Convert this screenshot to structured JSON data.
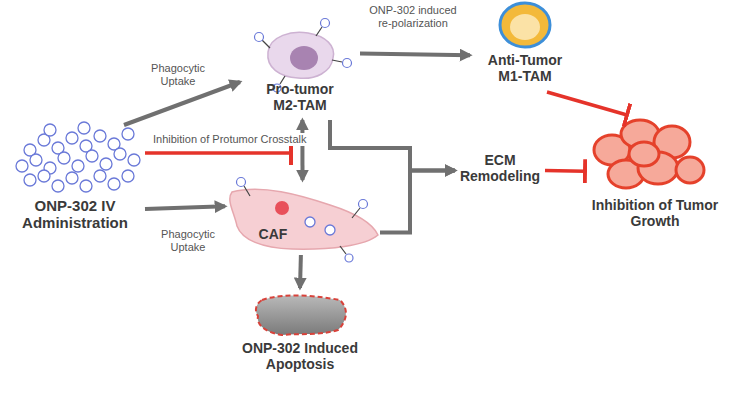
{
  "diagram": {
    "nodes": [
      {
        "text": [
          "ONP-302 IV Administration"
        ]
      },
      {
        "text": [
          "Pro-tumor M2-TAM"
        ]
      },
      {
        "text": [
          "Anti-Tumor M1-TAM"
        ]
      },
      {
        "text": [
          "CAF"
        ]
      },
      {
        "text": [
          "ONP-302 Induced Apoptosis"
        ]
      },
      {
        "text": [
          "ECM Remodeling"
        ]
      },
      {
        "text": [
          "Inhibition of Tumor Growth"
        ]
      }
    ],
    "edges": [
      {
        "from": 0,
        "to": 1,
        "label": "Phagocytic Uptake",
        "arrow": "to"
      },
      {
        "from": 0,
        "to": 3,
        "label": "Phagocytic Uptake",
        "arrow": "to"
      },
      {
        "from": 1,
        "to": 3,
        "arrow": "both"
      },
      {
        "from": 1,
        "to": 2,
        "label": "ONP-302 induced re-polarization",
        "arrow": "to"
      },
      {
        "from": 3,
        "to": 4,
        "arrow": "to"
      },
      {
        "from": 1,
        "to": 5,
        "arrow": "to"
      },
      {
        "from": 3,
        "to": 5,
        "arrow": "to"
      },
      {
        "from": 2,
        "to": 6,
        "arrow": "to"
      },
      {
        "from": 5,
        "to": 6,
        "arrow": "to"
      }
    ],
    "labels": [
      "Inhibition of Protumor Crosstalk"
    ]
  }
}
